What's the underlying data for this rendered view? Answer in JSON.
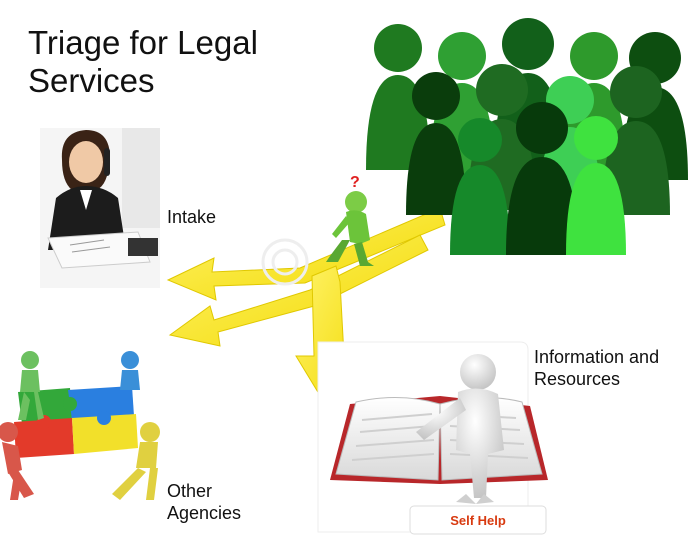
{
  "title_line1": "Triage for Legal",
  "title_line2": "Services",
  "labels": {
    "intake": "Intake",
    "info_line1": "Information and",
    "info_line2": "Resources",
    "other_line1": "Other",
    "other_line2": "Agencies"
  },
  "self_help_label": "Self Help",
  "question_mark": "?",
  "colors": {
    "arrow": "#f7ea1e",
    "crowd": [
      "#0f5a12",
      "#1b7a1e",
      "#2e9a2c",
      "#45c24a",
      "#0a3d0c",
      "#1f8f20",
      "#39b33b",
      "#5bdc5f"
    ],
    "self_help_text": "#d83a10",
    "walker": "#6cc43a"
  }
}
